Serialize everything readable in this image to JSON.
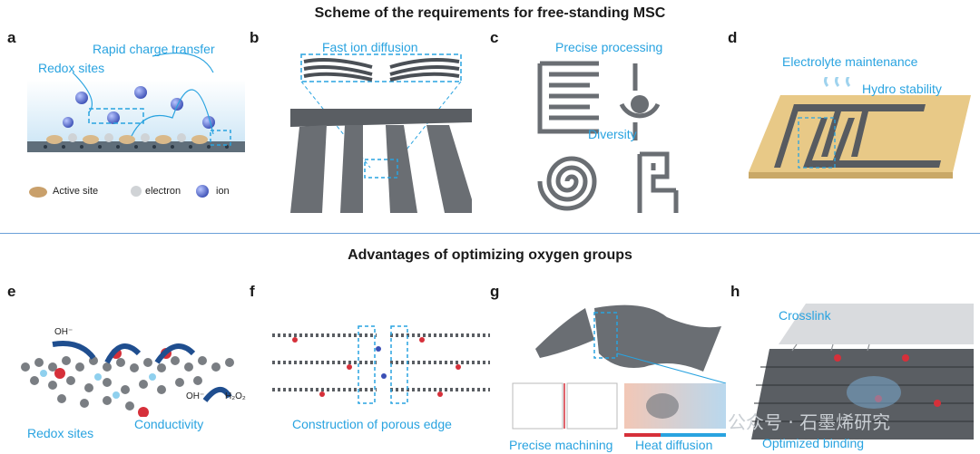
{
  "top": {
    "title": "Scheme of the requirements for free-standing MSC",
    "panels": {
      "a": {
        "letter": "a",
        "label1": "Rapid charge transfer",
        "label2": "Redox sites",
        "legend": [
          "Active site",
          "electron",
          "ion"
        ]
      },
      "b": {
        "letter": "b",
        "label1": "Fast ion diffusion"
      },
      "c": {
        "letter": "c",
        "label1": "Precise processing",
        "label2": "Diversity"
      },
      "d": {
        "letter": "d",
        "label1": "Electrolyte maintenance",
        "label2": "Hydro stability"
      }
    }
  },
  "bottom": {
    "title": "Advantages of optimizing oxygen groups",
    "panels": {
      "e": {
        "letter": "e",
        "label1": "Redox sites",
        "label2": "Conductivity",
        "chem1": "OH⁻",
        "chem2": "OH⁻",
        "chem3": "H₂O₂"
      },
      "f": {
        "letter": "f",
        "label1": "Construction of porous edge"
      },
      "g": {
        "letter": "g",
        "label1": "Precise machining",
        "label2": "Heat diffusion"
      },
      "h": {
        "letter": "h",
        "label1": "Crosslink",
        "label2": "Optimized binding"
      }
    }
  },
  "watermark": "公众号 · 石墨烯研究"
}
